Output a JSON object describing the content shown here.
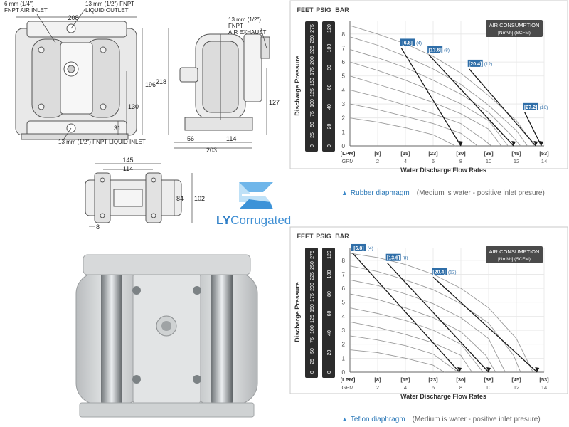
{
  "drawings": {
    "front": {
      "air_inlet": "6 mm (1/4\")\nFNPT AIR INLET",
      "liquid_outlet": "13 mm (1/2\") FNPT\nLIQUID OUTLET",
      "liquid_inlet": "13 mm (1/2\") FNPT LIQUID INLET",
      "dims": [
        "208",
        "196",
        "130",
        "31"
      ]
    },
    "side": {
      "air_exhaust": "13 mm (1/2\")\nFNPT\nAIR EXHAUST",
      "dims": [
        "218",
        "127",
        "56",
        "114",
        "203"
      ]
    },
    "top": {
      "dims": [
        "145",
        "114",
        "84",
        "102",
        "8"
      ]
    }
  },
  "logo": {
    "brand_bold": "LY",
    "brand_rest": "Corrugated"
  },
  "captions": {
    "rubber": {
      "label": "Rubber diaphragm",
      "note": "(Medium is water - positive inlet presure)"
    },
    "teflon": {
      "label": "Teflon diaphragm",
      "note": "(Medium is water - positive inlet presure)"
    }
  },
  "chart_data": [
    {
      "type": "line",
      "panel": "rubber",
      "unit_headers": [
        "FEET",
        "PSIG",
        "BAR"
      ],
      "ylabel": "Discharge Pressure",
      "xlabel": "Water Discharge Flow Rates",
      "feet_ticks": [
        "275",
        "250",
        "225",
        "200",
        "175",
        "150",
        "125",
        "100",
        "75",
        "50",
        "25",
        "0"
      ],
      "psig_ticks": [
        "120",
        "100",
        "80",
        "60",
        "40",
        "20",
        "0"
      ],
      "bar_ticks": [
        "8",
        "7",
        "6",
        "5",
        "4",
        "3",
        "2",
        "1",
        "0"
      ],
      "lpm_ticks": [
        "[LPM]",
        "[8]",
        "[15]",
        "[23]",
        "[30]",
        "[38]",
        "[45]",
        "[53]"
      ],
      "gpm_ticks": [
        "GPM",
        "2",
        "4",
        "6",
        "8",
        "10",
        "12",
        "14"
      ],
      "xlim": [
        0,
        14
      ],
      "ylim": [
        0,
        8.6
      ],
      "legend_title": "AIR CONSUMPTION",
      "legend_units": "[Nm³/h] (SCFM)",
      "grid": true,
      "pressure_curves": [
        [
          [
            0,
            8.6
          ],
          [
            2,
            8.0
          ],
          [
            4,
            7.3
          ],
          [
            6,
            6.4
          ],
          [
            8,
            5.2
          ],
          [
            10,
            3.6
          ],
          [
            12,
            1.8
          ],
          [
            13.3,
            0
          ]
        ],
        [
          [
            0,
            7.8
          ],
          [
            2,
            7.2
          ],
          [
            4,
            6.4
          ],
          [
            6,
            5.5
          ],
          [
            8,
            4.4
          ],
          [
            10,
            2.9
          ],
          [
            12,
            1.1
          ],
          [
            12.8,
            0
          ]
        ],
        [
          [
            0,
            6.9
          ],
          [
            2,
            6.3
          ],
          [
            4,
            5.6
          ],
          [
            6,
            4.7
          ],
          [
            8,
            3.7
          ],
          [
            10,
            2.4
          ],
          [
            11.6,
            0.8
          ],
          [
            12.3,
            0
          ]
        ],
        [
          [
            0,
            6.0
          ],
          [
            2,
            5.4
          ],
          [
            4,
            4.7
          ],
          [
            6,
            3.9
          ],
          [
            8,
            3.0
          ],
          [
            10,
            1.8
          ],
          [
            11.4,
            0
          ]
        ],
        [
          [
            0,
            5.0
          ],
          [
            2,
            4.4
          ],
          [
            4,
            3.8
          ],
          [
            6,
            3.1
          ],
          [
            8,
            2.3
          ],
          [
            10,
            1.2
          ],
          [
            10.9,
            0
          ]
        ],
        [
          [
            0,
            4.0
          ],
          [
            2,
            3.5
          ],
          [
            4,
            2.9
          ],
          [
            6,
            2.3
          ],
          [
            8,
            1.6
          ],
          [
            9.7,
            0.4
          ],
          [
            10.2,
            0
          ]
        ],
        [
          [
            0,
            3.0
          ],
          [
            2,
            2.6
          ],
          [
            4,
            2.1
          ],
          [
            6,
            1.6
          ],
          [
            8,
            0.9
          ],
          [
            9.2,
            0
          ]
        ],
        [
          [
            0,
            2.0
          ],
          [
            2,
            1.7
          ],
          [
            4,
            1.3
          ],
          [
            6,
            0.8
          ],
          [
            7.6,
            0
          ]
        ]
      ],
      "air_lines": [
        {
          "label": "[6.8]",
          "scfm": "(4)",
          "points": [
            [
              3.7,
              7.0
            ],
            [
              8.0,
              0
            ]
          ]
        },
        {
          "label": "[13.6]",
          "scfm": "(8)",
          "points": [
            [
              5.7,
              6.5
            ],
            [
              11.8,
              0
            ]
          ]
        },
        {
          "label": "[20.4]",
          "scfm": "(12)",
          "points": [
            [
              8.6,
              5.5
            ],
            [
              13.4,
              0
            ]
          ]
        },
        {
          "label": "[27.2]",
          "scfm": "(16)",
          "points": [
            [
              12.6,
              2.4
            ],
            [
              13.8,
              0
            ]
          ]
        }
      ]
    },
    {
      "type": "line",
      "panel": "teflon",
      "unit_headers": [
        "FEET",
        "PSIG",
        "BAR"
      ],
      "ylabel": "Discharge Pressure",
      "xlabel": "Water Discharge Flow Rates",
      "feet_ticks": [
        "275",
        "250",
        "225",
        "200",
        "175",
        "150",
        "125",
        "100",
        "75",
        "50",
        "25",
        "0"
      ],
      "psig_ticks": [
        "120",
        "100",
        "80",
        "60",
        "40",
        "20",
        "0"
      ],
      "bar_ticks": [
        "8",
        "7",
        "6",
        "5",
        "4",
        "3",
        "2",
        "1",
        "0"
      ],
      "lpm_ticks": [
        "[LPM]",
        "[8]",
        "[15]",
        "[23]",
        "[30]",
        "[38]",
        "[45]",
        "[53]"
      ],
      "gpm_ticks": [
        "GPM",
        "2",
        "4",
        "6",
        "8",
        "10",
        "12",
        "14"
      ],
      "xlim": [
        0,
        14
      ],
      "ylim": [
        0,
        8.6
      ],
      "legend_title": "AIR CONSUMPTION",
      "legend_units": "[Nm³/h] (SCFM)",
      "grid": true,
      "pressure_curves": [
        [
          [
            0,
            8.5
          ],
          [
            2,
            8.2
          ],
          [
            4,
            7.7
          ],
          [
            6,
            7.0
          ],
          [
            8,
            6.0
          ],
          [
            10,
            4.6
          ],
          [
            12,
            2.4
          ],
          [
            13.2,
            0
          ]
        ],
        [
          [
            0,
            7.6
          ],
          [
            2,
            7.2
          ],
          [
            4,
            6.6
          ],
          [
            6,
            5.9
          ],
          [
            8,
            4.9
          ],
          [
            10,
            3.5
          ],
          [
            11.8,
            1.2
          ],
          [
            12.3,
            0
          ]
        ],
        [
          [
            0,
            6.6
          ],
          [
            2,
            6.2
          ],
          [
            4,
            5.6
          ],
          [
            6,
            4.9
          ],
          [
            8,
            3.9
          ],
          [
            10,
            2.4
          ],
          [
            11.2,
            0
          ]
        ],
        [
          [
            0,
            5.6
          ],
          [
            2,
            5.2
          ],
          [
            4,
            4.6
          ],
          [
            6,
            3.9
          ],
          [
            8,
            2.9
          ],
          [
            9.8,
            1.2
          ],
          [
            10.5,
            0
          ]
        ],
        [
          [
            0,
            4.6
          ],
          [
            2,
            4.2
          ],
          [
            4,
            3.7
          ],
          [
            6,
            3.0
          ],
          [
            8,
            2.0
          ],
          [
            9.6,
            0
          ]
        ],
        [
          [
            0,
            3.6
          ],
          [
            2,
            3.2
          ],
          [
            4,
            2.7
          ],
          [
            6,
            2.1
          ],
          [
            8,
            1.2
          ],
          [
            8.8,
            0
          ]
        ],
        [
          [
            0,
            2.6
          ],
          [
            2,
            2.3
          ],
          [
            4,
            1.9
          ],
          [
            6,
            1.3
          ],
          [
            7.8,
            0
          ]
        ],
        [
          [
            0,
            1.6
          ],
          [
            2,
            1.4
          ],
          [
            4,
            1.0
          ],
          [
            6,
            0.5
          ],
          [
            6.8,
            0
          ]
        ]
      ],
      "air_lines": [
        {
          "label": "[6.8]",
          "scfm": "(4)",
          "points": [
            [
              0.2,
              8.5
            ],
            [
              7.9,
              0
            ]
          ]
        },
        {
          "label": "[13.6]",
          "scfm": "(8)",
          "points": [
            [
              2.7,
              7.8
            ],
            [
              10.0,
              0
            ]
          ]
        },
        {
          "label": "[20.4]",
          "scfm": "(12)",
          "points": [
            [
              6.0,
              6.8
            ],
            [
              13.5,
              0
            ]
          ]
        }
      ]
    }
  ]
}
